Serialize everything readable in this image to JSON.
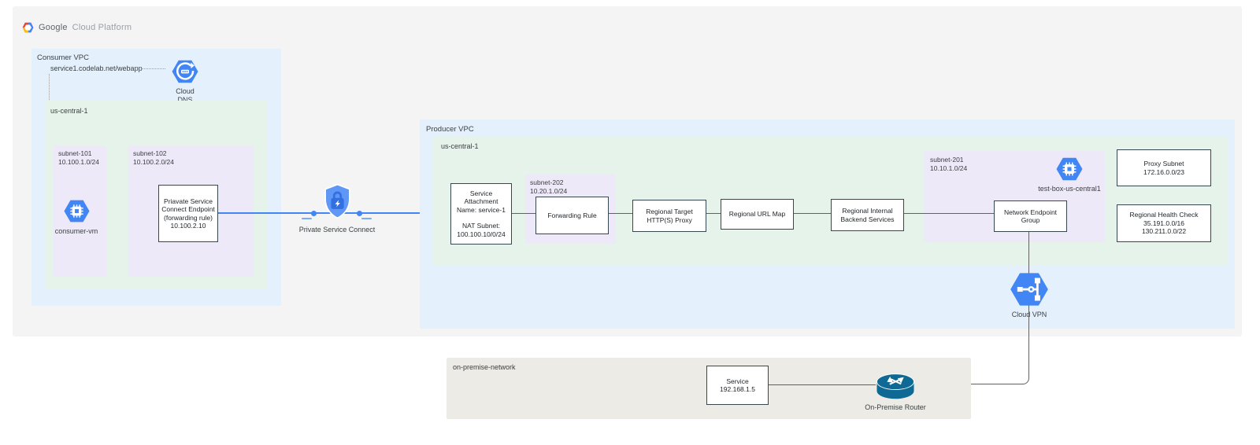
{
  "logo": {
    "brand": "Google",
    "product": "Cloud Platform"
  },
  "consumer_vpc": {
    "label": "Consumer VPC",
    "dns_record": "service1.codelab.net/webapp",
    "cloud_dns": {
      "line1": "Cloud",
      "line2": "DNS"
    },
    "region_label": "us-central-1",
    "subnet_101": {
      "name": "subnet-101",
      "cidr": "10.100.1.0/24"
    },
    "consumer_vm_label": "consumer-vm",
    "subnet_102": {
      "name": "subnet-102",
      "cidr": "10.100.2.0/24"
    },
    "psc_endpoint": {
      "line1": "Priavate Service",
      "line2": "Connect Endpoint",
      "line3": "(forwarding rule)",
      "line4": "10.100.2.10"
    }
  },
  "psc_label": "Private Service Connect",
  "producer_vpc": {
    "label": "Producer VPC",
    "region_label": "us-central-1",
    "service_attachment": {
      "line1": "Service",
      "line2": "Attachment",
      "line3": "Name: service-1",
      "line4": "NAT Subnet:",
      "line5": "100.100.10/0/24"
    },
    "subnet_202": {
      "name": "subnet-202",
      "cidr": "10.20.1.0/24",
      "forwarding_rule": "Forwarding Rule"
    },
    "target_proxy": {
      "line1": "Regional Target",
      "line2": "HTTP(S) Proxy"
    },
    "url_map": "Regional URL Map",
    "backend_services": {
      "line1": "Regional Internal",
      "line2": "Backend Services"
    },
    "subnet_201": {
      "name": "subnet-201",
      "cidr": "10.10.1.0/24",
      "vm_label": "test-box-us-central1",
      "neg_line1": "Network Endpoint",
      "neg_line2": "Group"
    },
    "proxy_subnet": {
      "line1": "Proxy Subnet",
      "line2": "172.16.0.0/23"
    },
    "health_check": {
      "line1": "Regional Health Check",
      "line2": "35.191.0.0/16",
      "line3": "130.211.0.0/22"
    },
    "cloud_vpn_label": "Cloud VPN"
  },
  "on_premise": {
    "label": "on-premise-network",
    "service": {
      "line1": "Service",
      "line2": "192.168.1.5"
    },
    "router_label": "On-Premise Router"
  },
  "icons": {
    "gcp_logo": "gcp-hexagon-logo",
    "cloud_dns": "dns-hexagon-icon",
    "consumer_vm": "compute-engine-hexagon-icon",
    "private_service_connect": "shield-lock-icon",
    "test_box": "compute-engine-hexagon-icon",
    "cloud_vpn": "vpn-hexagon-icon",
    "on_premise_router": "router-cylinder-icon"
  },
  "colors": {
    "canvas_gray": "#f4f4f4",
    "vpc_blue": "#e4f0fc",
    "region_green": "#e6f3ea",
    "subnet_purple": "#eee9f8",
    "onprem_beige": "#edebe5",
    "icon_blue": "#4285f4",
    "line_blue": "#4285f4",
    "line_gray": "#616161",
    "router_teal": "#0e6a94"
  }
}
